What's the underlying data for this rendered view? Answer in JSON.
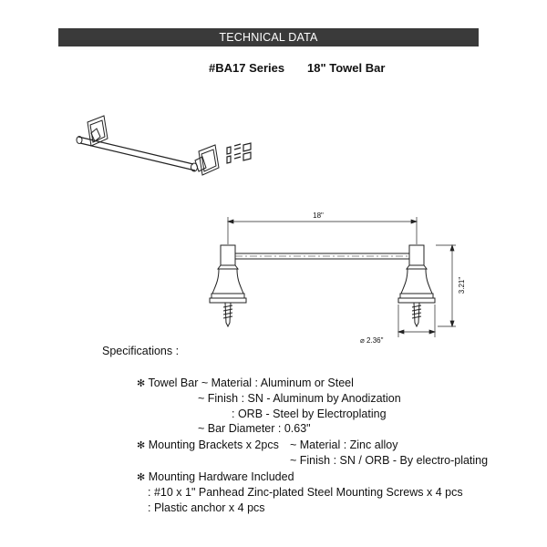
{
  "header": {
    "banner": "TECHNICAL DATA"
  },
  "title": {
    "series": "#BA17 Series",
    "product": "18\" Towel Bar"
  },
  "dimensions": {
    "length": "18\"",
    "height": "3.21\"",
    "diameter": "⌀ 2.36\""
  },
  "specifications": {
    "heading": "Specifications :",
    "bullet": "✻",
    "lines": [
      {
        "bullet": true,
        "text": "Towel Bar ~ Material : Aluminum or Steel"
      },
      {
        "bullet": false,
        "text": "~ Finish    : SN - Aluminum by Anodization"
      },
      {
        "bullet": false,
        "text": ": ORB - Steel by Electroplating"
      },
      {
        "bullet": false,
        "text": "~ Bar Diameter : 0.63\""
      },
      {
        "bullet": true,
        "text": "Mounting Brackets x 2pcs"
      },
      {
        "bullet": false,
        "text": "~ Material : Zinc alloy"
      },
      {
        "bullet": false,
        "text": "~ Finish : SN / ORB - By electro-plating"
      },
      {
        "bullet": true,
        "text": "Mounting Hardware Included"
      },
      {
        "bullet": false,
        "text": ": #10 x 1\" Panhead Zinc-plated Steel Mounting Screws x 4 pcs"
      },
      {
        "bullet": false,
        "text": ": Plastic anchor x 4 pcs"
      }
    ]
  }
}
